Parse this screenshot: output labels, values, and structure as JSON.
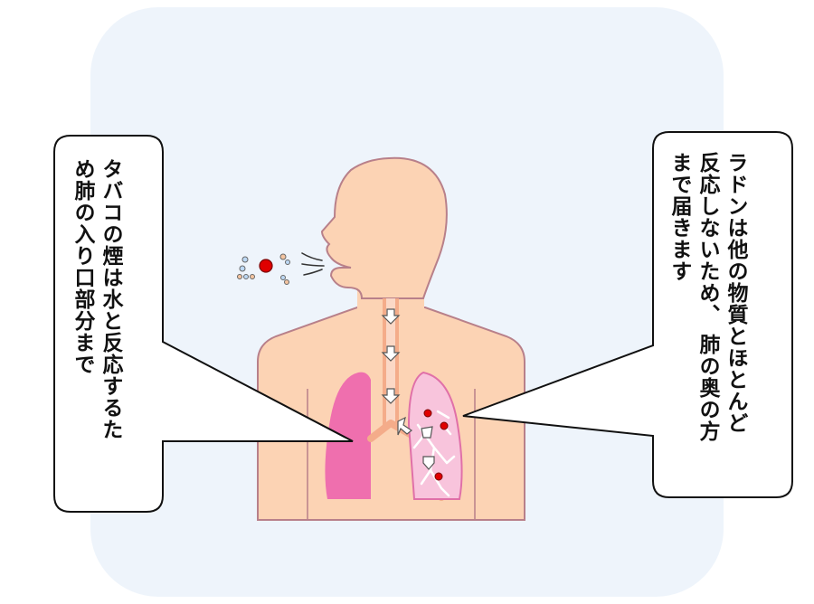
{
  "callout_left": {
    "lines": [
      "タバコの煙は水と反応するた",
      "め肺の入り口部分まで"
    ]
  },
  "callout_right": {
    "lines": [
      "ラドンは他の物質とほとんど",
      "反応しないため、 肺の奥の方",
      "まで届きます"
    ]
  },
  "colors": {
    "background_panel": "#eef4fb",
    "skin": "#fcd3b4",
    "skin_outline": "#b8808a",
    "lung_left": "#ef6fae",
    "lung_right": "#f8c4dc",
    "airway": "#f4ac8a",
    "particle_red": "#e00000",
    "bubble_border": "#111111"
  }
}
